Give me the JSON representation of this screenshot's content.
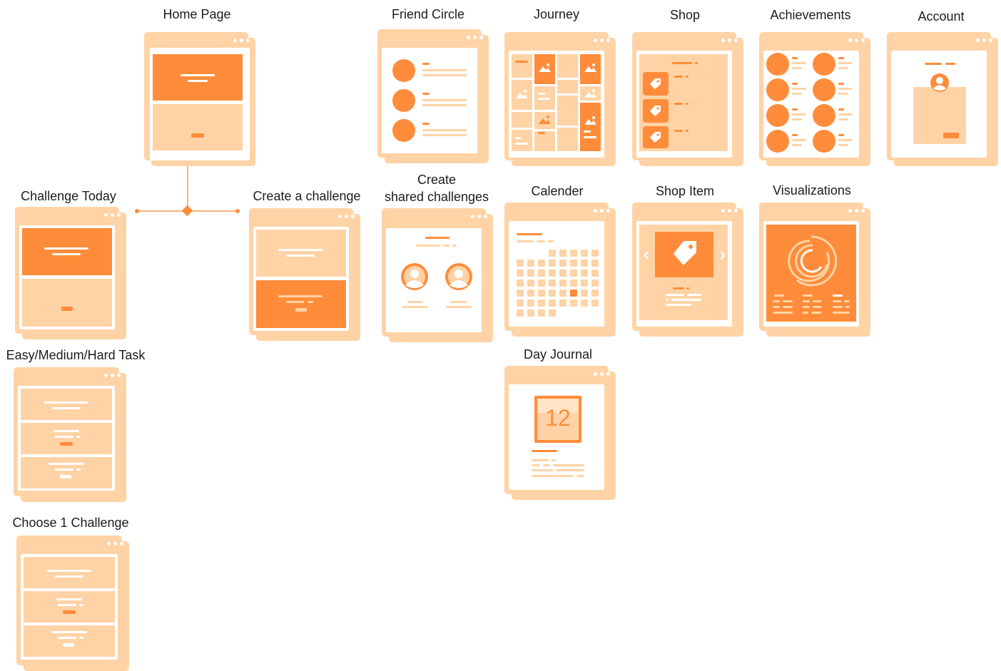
{
  "colors": {
    "accent": "#ff8c3a",
    "light": "#ffd3a6",
    "background": "#ffffff",
    "text": "#1c1c1c"
  },
  "screens": {
    "home_page": "Home Page",
    "friend_circle": "Friend Circle",
    "journey": "Journey",
    "shop": "Shop",
    "achievements": "Achievements",
    "account": "Account",
    "challenge_today": "Challenge Today",
    "create_challenge": "Create a challenge",
    "create_shared": "Create\nshared challenges",
    "calender": "Calender",
    "shop_item": "Shop Item",
    "visualizations": "Visualizations",
    "day_journal": "Day Journal",
    "easy_medium_hard": "Easy/Medium/Hard Task",
    "choose_challenge": "Choose 1 Challenge"
  },
  "day_journal_date": "12",
  "icons": [
    "image-icon",
    "tag-icon",
    "user-icon",
    "progress-arcs-icon",
    "calendar-icon",
    "chevron-left-icon",
    "chevron-right-icon"
  ]
}
